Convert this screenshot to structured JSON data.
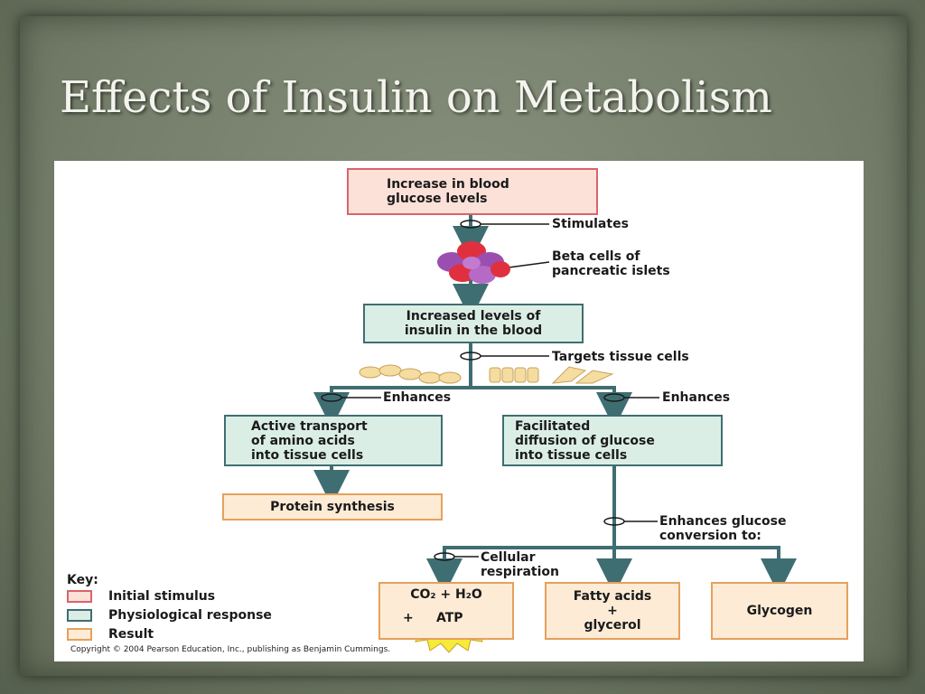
{
  "slide": {
    "title": "Effects of Insulin on Metabolism"
  },
  "diagram": {
    "boxes": {
      "increase_blood_glucose": "Increase in blood\nglucose levels",
      "increased_insulin": "Increased levels of\ninsulin in the blood",
      "active_transport": "Active transport\nof amino acids\ninto tissue cells",
      "facilitated_diffusion": "Facilitated\ndiffusion of glucose\ninto tissue cells",
      "protein_synthesis": "Protein synthesis",
      "co2_h2o": "CO₂ + H₂O",
      "plus_sign": "+",
      "atp": "ATP",
      "fatty_acids": "Fatty acids\n+\nglycerol",
      "glycogen": "Glycogen"
    },
    "labels": {
      "stimulates": "Stimulates",
      "beta_cells": "Beta cells of\npancreatic islets",
      "targets_tissue_cells": "Targets tissue cells",
      "enhances_left": "Enhances",
      "enhances_right": "Enhances",
      "enhances_glucose_conversion": "Enhances glucose\nconversion to:",
      "cellular_respiration": "Cellular\nrespiration"
    },
    "key": {
      "title": "Key:",
      "items": [
        {
          "label": "Initial stimulus",
          "color": "#d9646a",
          "fill": "#fbe1d8"
        },
        {
          "label": "Physiological response",
          "color": "#3f6e72",
          "fill": "#dbeee6"
        },
        {
          "label": "Result",
          "color": "#e5a15c",
          "fill": "#fdebd6"
        }
      ]
    },
    "copyright": "Copyright © 2004 Pearson Education, Inc., publishing as Benjamin Cummings.",
    "colors": {
      "arrow": "#3f6e72",
      "stimulus_border": "#d9646a",
      "response_border": "#3f6e72",
      "result_border": "#e5a15c",
      "beta_cell_red": "#e0303f",
      "beta_cell_purple": "#9a4fb0"
    }
  }
}
